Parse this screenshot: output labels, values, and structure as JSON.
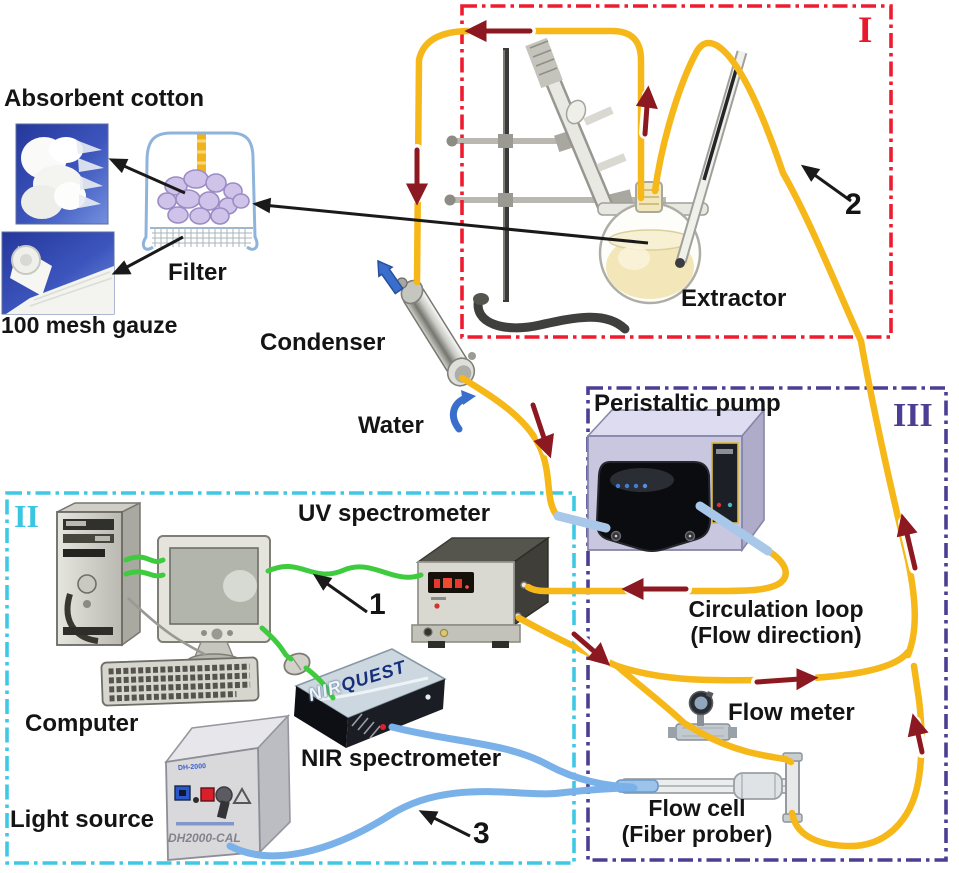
{
  "figure": {
    "labels": {
      "absorbent_cotton": "Absorbent cotton",
      "filter": "Filter",
      "mesh_gauze": "100 mesh gauze",
      "condenser": "Condenser",
      "water": "Water",
      "extractor": "Extractor",
      "peristaltic_pump": "Peristaltic pump",
      "uv_spectrometer": "UV spectrometer",
      "circulation_loop_1": "Circulation loop",
      "circulation_loop_2": "(Flow direction)",
      "flow_meter": "Flow meter",
      "flow_cell_1": "Flow cell",
      "flow_cell_2": "(Fiber prober)",
      "nir_spectrometer": "NIR spectrometer",
      "computer": "Computer",
      "light_source": "Light source"
    },
    "regions": {
      "r1": {
        "numeral": "I",
        "border_color": "#ee1c2e"
      },
      "r2": {
        "numeral": "II",
        "border_color": "#3fc8e4"
      },
      "r3": {
        "numeral": "III",
        "border_color": "#4b3e93"
      }
    },
    "callouts": {
      "n1": "1",
      "n2": "2",
      "n3": "3"
    },
    "device_text": {
      "nir_logo_nir": "NIR",
      "nir_logo_quest": "QUEST",
      "light_source_model": "DH2000-CAL",
      "light_source_panel_label": "DH-2000"
    },
    "colors": {
      "tube_yellow": "#f6b719",
      "tube_sleeve_blue": "#a9c7e9",
      "fiber_blue": "#79b1e8",
      "cable_green": "#3ecb3e",
      "flow_arrow_maroon": "#8c1822",
      "water_arrow_blue": "#3a6ecc"
    }
  }
}
